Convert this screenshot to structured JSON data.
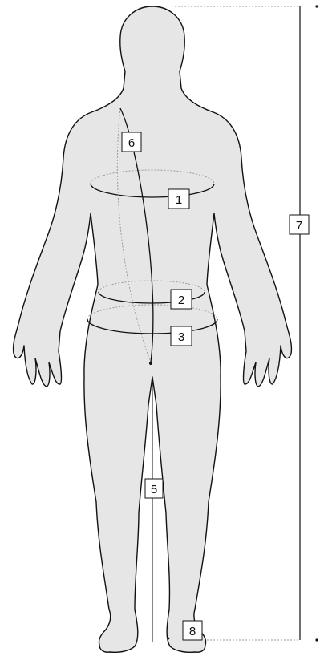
{
  "figure": {
    "labels": {
      "chest": "1",
      "waist": "2",
      "hips": "3",
      "inseam": "5",
      "torso_loop": "6",
      "height": "7",
      "foot": "8"
    }
  },
  "colors": {
    "body_fill": "#e6e6e6",
    "outline": "#111111",
    "guide": "#9a9a9a",
    "label_bg": "#ffffff"
  }
}
